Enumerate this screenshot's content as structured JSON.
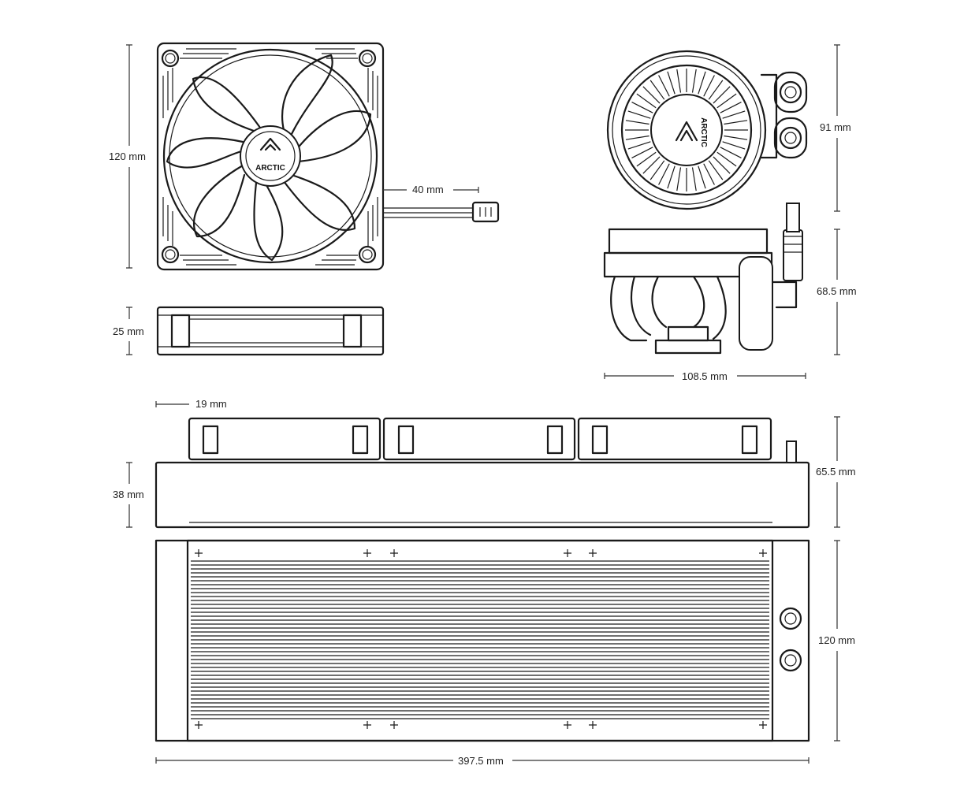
{
  "brand": "ARCTIC",
  "dimensions": {
    "fan_width": "120 mm",
    "fan_thickness": "25 mm",
    "cable_length": "40 mm",
    "pump_diameter": "91 mm",
    "pump_height": "68.5 mm",
    "pump_width": "108.5 mm",
    "offset": "19 mm",
    "radiator_thickness": "38 mm",
    "total_thickness": "65.5 mm",
    "radiator_width": "120 mm",
    "radiator_length": "397.5 mm"
  },
  "colors": {
    "line": "#1a1a1a",
    "background": "#ffffff"
  }
}
